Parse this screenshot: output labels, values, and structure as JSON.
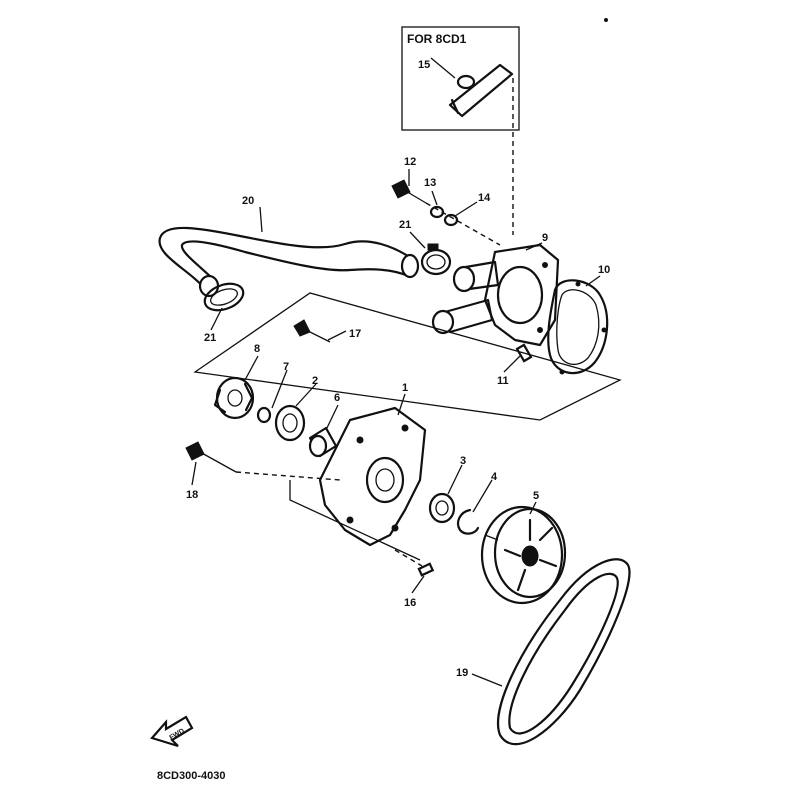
{
  "inset": {
    "label": "FOR 8CD1"
  },
  "callouts": {
    "c1": "1",
    "c2": "2",
    "c3": "3",
    "c4": "4",
    "c5": "5",
    "c6": "6",
    "c7": "7",
    "c8": "8",
    "c9": "9",
    "c10": "10",
    "c11": "11",
    "c12": "12",
    "c13": "13",
    "c14": "14",
    "c15": "15",
    "c16": "16",
    "c17": "17",
    "c18": "18",
    "c19": "19",
    "c20": "20",
    "c21a": "21",
    "c21b": "21"
  },
  "fwd": {
    "label": "FWD"
  },
  "diagram_code": "8CD300-4030"
}
